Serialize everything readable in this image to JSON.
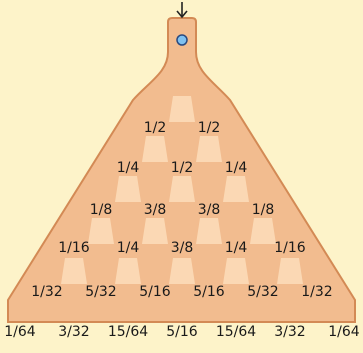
{
  "colors": {
    "background": "#fdf3c9",
    "board_fill": "#f2bc8f",
    "board_edge": "#d38a55",
    "peg": "#fbd8b4",
    "ball_fill": "#7fc1f0",
    "ball_edge": "#2a4a80"
  },
  "icons": {
    "drop": "down-arrow-icon",
    "ball": "ball-icon"
  },
  "rows": [
    [
      "1/2",
      "1/2"
    ],
    [
      "1/4",
      "1/2",
      "1/4"
    ],
    [
      "1/8",
      "3/8",
      "3/8",
      "1/8"
    ],
    [
      "1/16",
      "1/4",
      "3/8",
      "1/4",
      "1/16"
    ],
    [
      "1/32",
      "5/32",
      "5/16",
      "5/16",
      "5/32",
      "1/32"
    ],
    [
      "1/64",
      "3/32",
      "15/64",
      "5/16",
      "15/64",
      "3/32",
      "1/64"
    ]
  ]
}
